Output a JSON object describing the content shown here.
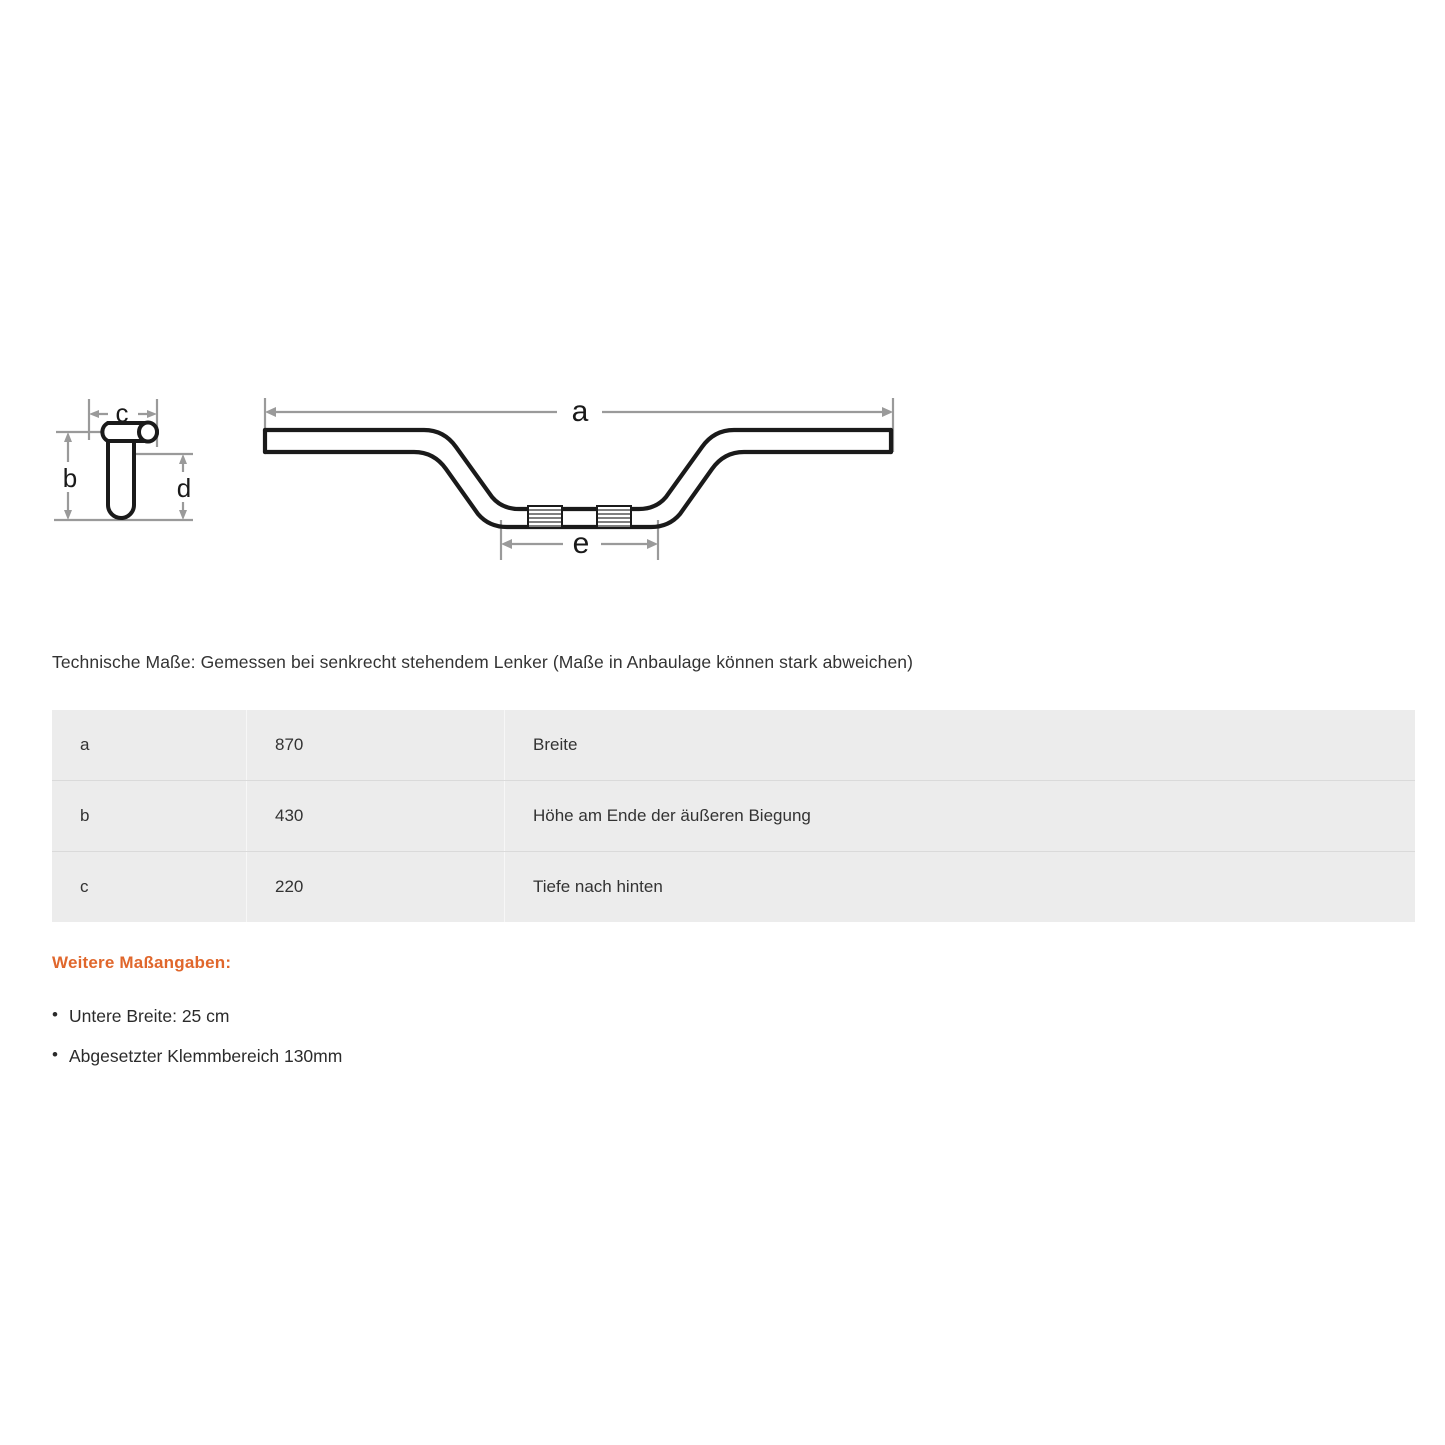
{
  "caption": "Technische Maße: Gemessen bei senkrecht stehendem Lenker (Maße in Anbaulage können stark abweichen)",
  "drawing": {
    "side_view_labels": {
      "c": "c",
      "b": "b",
      "d": "d"
    },
    "front_view_labels": {
      "a": "a",
      "e": "e"
    },
    "line_color": "#1a1a1a",
    "dimension_color": "#8c8c8c"
  },
  "table": {
    "rows": [
      {
        "key": "a",
        "value": "870",
        "description": "Breite"
      },
      {
        "key": "b",
        "value": "430",
        "description": "Höhe am Ende der äußeren Biegung"
      },
      {
        "key": "c",
        "value": "220",
        "description": "Tiefe nach hinten"
      }
    ],
    "background": "#ececec"
  },
  "further": {
    "heading": "Weitere Maßangaben:",
    "heading_color": "#e0672c",
    "items": [
      {
        "bullet": "•",
        "text": "Untere Breite: 25 cm"
      },
      {
        "bullet": "•",
        "text": "Abgesetzter Klemmbereich 130mm"
      }
    ]
  }
}
